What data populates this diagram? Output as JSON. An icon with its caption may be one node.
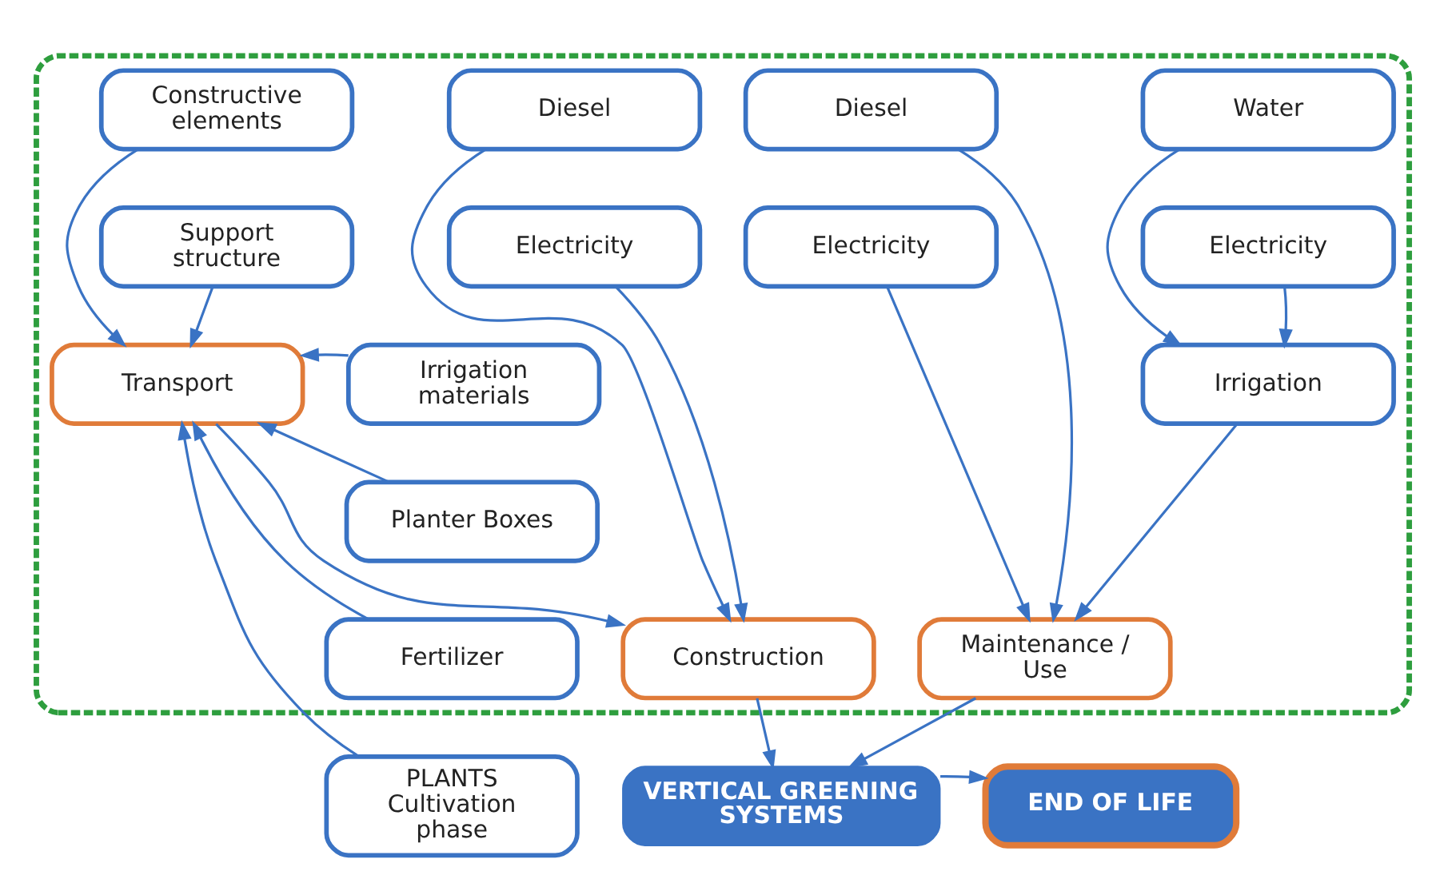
{
  "diagram": {
    "nodes": [
      {
        "text": [],
        "shape": "box"
      },
      {
        "text": [
          "Constructive elements"
        ],
        "in": 0
      },
      {
        "text": [
          "Support structure"
        ],
        "in": 0
      },
      {
        "text": [
          "Irrigation materials"
        ],
        "in": 0
      },
      {
        "text": [
          "Planter Boxes"
        ],
        "in": 0
      },
      {
        "text": [
          "Fertilizer"
        ],
        "in": 0
      },
      {
        "text": [
          "PLANTS Cultivation phase"
        ]
      },
      {
        "text": [
          "Diesel"
        ],
        "in": 0
      },
      {
        "text": [
          "Electricity"
        ],
        "in": 0
      },
      {
        "text": [
          "Transport"
        ],
        "in": 0
      },
      {
        "text": [
          "Construction"
        ],
        "in": 0
      },
      {
        "text": [
          "Diesel"
        ],
        "in": 0
      },
      {
        "text": [
          "Electricity"
        ],
        "in": 0
      },
      {
        "text": [
          "Maintenance / Use"
        ],
        "in": 0
      },
      {
        "text": [
          "Water"
        ],
        "in": 0
      },
      {
        "text": [
          "Electricity"
        ],
        "in": 0
      },
      {
        "text": [
          "Irrigation"
        ],
        "in": 0
      },
      {
        "text": [
          "VERTICAL GREENING SYSTEMS"
        ]
      },
      {
        "text": [
          "END OF LIFE"
        ]
      }
    ],
    "edges": [
      {
        "from": 1,
        "to": 9,
        "arrow": "to"
      },
      {
        "from": 2,
        "to": 9,
        "arrow": "to"
      },
      {
        "from": 3,
        "to": 9,
        "arrow": "to"
      },
      {
        "from": 4,
        "to": 9,
        "arrow": "to"
      },
      {
        "from": 5,
        "to": 9,
        "arrow": "to"
      },
      {
        "from": 6,
        "to": 9,
        "arrow": "to"
      },
      {
        "from": 9,
        "to": 10,
        "arrow": "to"
      },
      {
        "from": 8,
        "to": 10,
        "arrow": "to"
      },
      {
        "from": 7,
        "to": 10,
        "arrow": "to"
      },
      {
        "from": 11,
        "to": 13,
        "arrow": "to"
      },
      {
        "from": 12,
        "to": 13,
        "arrow": "to"
      },
      {
        "from": 14,
        "to": 16,
        "arrow": "to"
      },
      {
        "from": 15,
        "to": 16,
        "arrow": "to"
      },
      {
        "from": 16,
        "to": 13,
        "arrow": "to"
      },
      {
        "from": 10,
        "to": 17,
        "arrow": "to"
      },
      {
        "from": 13,
        "to": 17,
        "arrow": "to"
      },
      {
        "from": 17,
        "to": 18,
        "arrow": "to"
      }
    ]
  }
}
